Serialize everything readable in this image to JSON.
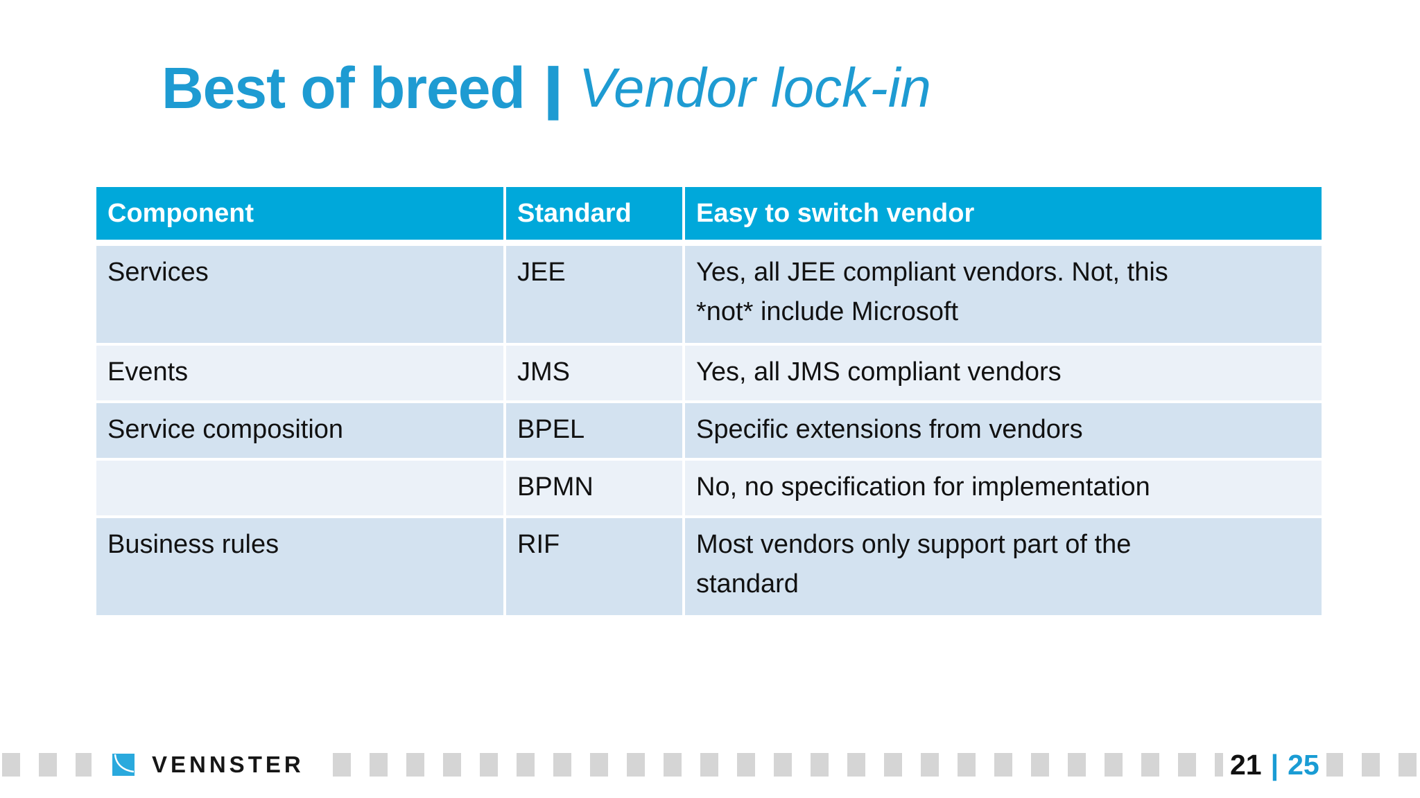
{
  "slide": {
    "title": {
      "main": "Best of breed",
      "separator": "|",
      "subtitle": "Vendor lock-in"
    },
    "table": {
      "headers": [
        "Component",
        "Standard",
        "Easy to switch vendor"
      ],
      "rows": [
        {
          "component": "Services",
          "standard": "JEE",
          "vendor": "Yes, all JEE compliant vendors. Not, this *not* include Microsoft"
        },
        {
          "component": "Events",
          "standard": "JMS",
          "vendor": "Yes, all JMS compliant vendors"
        },
        {
          "component": "Service composition",
          "standard": "BPEL",
          "vendor": "Specific extensions from vendors"
        },
        {
          "component": "",
          "standard": "BPMN",
          "vendor": "No, no specification for implementation"
        },
        {
          "component": "Business rules",
          "standard": "RIF",
          "vendor": "Most vendors only support part of the standard"
        }
      ]
    },
    "footer": {
      "logo_text": "VENNSTER",
      "page_current": "21",
      "page_separator": "|",
      "page_total": "25"
    },
    "colors": {
      "title_blue": "#1e9bd2",
      "table_header_bg": "#00a8da",
      "row_band_dark": "#d3e2f0",
      "row_band_light": "#ebf1f8",
      "footer_square_gray": "#d5d5d5",
      "logo_blue": "#2aa9dd",
      "page_number_blue": "#1a9cd4",
      "body_text": "#111111"
    }
  }
}
